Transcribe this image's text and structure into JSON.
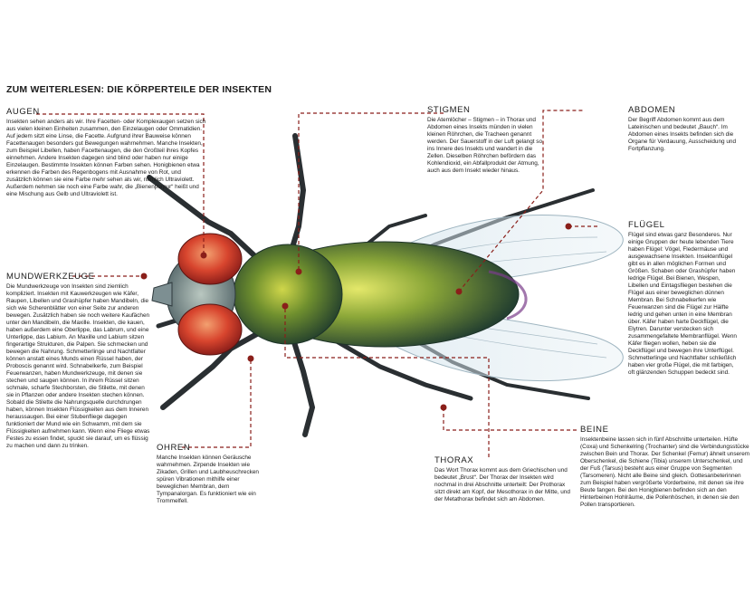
{
  "title": "ZUM WEITERLESEN: DIE KÖRPERTEILE DER INSEKTEN",
  "colors": {
    "accent": "#8a1f1a",
    "text": "#1b1b1b"
  },
  "sections": {
    "augen": {
      "heading": "AUGEN",
      "text": "Insekten sehen anders als wir. Ihre Facetten- oder Komplexaugen setzen sich aus vielen kleinen Einheiten zusammen, den Einzelaugen oder Ommatidien. Auf jedem sitzt eine Linse, die Facette. Aufgrund ihrer Bauweise können Facettenaugen besonders gut Bewegungen wahrnehmen. Manche Insekten, zum Beispiel Libellen, haben Facettenaugen, die den Großteil ihres Kopfes einnehmen. Andere Insekten dagegen sind blind oder haben nur einige Einzelaugen. Bestimmte Insekten können Farben sehen. Honigbienen etwa erkennen die Farben des Regenbogens mit Ausnahme von Rot, und zusätzlich können sie eine Farbe mehr sehen als wir, nämlich Ultraviolett. Außerdem nehmen sie noch eine Farbe wahr, die „Bienenpurpur“ heißt und eine Mischung aus Gelb und Ultraviolett ist."
    },
    "mundwerkzeuge": {
      "heading": "MUNDWERKZEUGE",
      "text": "Die Mundwerkzeuge von Insekten sind ziemlich kompliziert. Insekten mit Kauwerkzeugen wie Käfer, Raupen, Libellen und Grashüpfer haben Mandibeln, die sich wie Scherenblätter von einer Seite zur anderen bewegen. Zusätzlich haben sie noch weitere Kaufächen unter den Mandibeln, die Maxille. Insekten, die kauen, haben außerdem eine Oberlippe, das Labrum, und eine Unterlippe, das Labium. An Maxille und Labium sitzen fingerartige Strukturen, die Palpen. Sie schmecken und bewegen die Nahrung. Schmetterlinge und Nachtfalter können anstatt eines Munds einen Rüssel haben, der Proboscis genannt wird. Schnabelkerfe, zum Beispiel Feuerwanzen, haben Mundwerkzeuge, mit denen sie stechen und saugen können. In ihrem Rüssel sitzen schmale, scharfe Stechborsten, die Stilette, mit denen sie in Pflanzen oder andere Insekten stechen können. Sobald die Stilette die Nahrungsquelle durchdrungen haben, können Insekten Flüssigkeiten aus dem Inneren heraussaugen. Bei einer Stubenfliege dagegen funktioniert der Mund wie ein Schwamm, mit dem sie Flüssigkeiten aufnehmen kann. Wenn eine Fliege etwas Festes zu essen findet, spuckt sie darauf, um es flüssig zu machen und dann zu trinken."
    },
    "ohren": {
      "heading": "OHREN",
      "text": "Manche Insekten können Geräusche wahrnehmen. Zirpende Insekten wie Zikaden, Grillen und Laubheuschrecken spüren Vibrationen mithilfe einer beweglichen Membran, dem Tympanalorgan. Es funktioniert wie ein Trommelfell."
    },
    "thorax": {
      "heading": "THORAX",
      "text": "Das Wort Thorax kommt aus dem Griechischen und bedeutet „Brust“. Der Thorax der Insekten wird nochmal in drei Abschnitte unterteilt: Der Prothorax sitzt direkt am Kopf, der Mesothorax in der Mitte, und der Metathorax befindet sich am Abdomen."
    },
    "beine": {
      "heading": "BEINE",
      "text": "Insektenbeine lassen sich in fünf Abschnitte unterteilen. Hüfte (Coxa) und Schenkelring (Trochanter) sind die Verbindungsstücke zwischen Bein und Thorax. Der Schenkel (Femur) ähnelt unserem Oberschenkel, die Schiene (Tibia) unserem Unterschenkel, und der Fuß (Tarsus) besteht aus einer Gruppe von Segmenten (Tarsomeren). Nicht alle Beine sind gleich. Gottesanbeterinnen zum Beispiel haben vergrößerte Vorderbeine, mit denen sie ihre Beute fangen. Bei den Honigbienen befinden sich an den Hinterbeinen Hohlräume, die Pollenhöschen, in denen sie den Pollen transportieren."
    },
    "fluegel": {
      "heading": "FLÜGEL",
      "text": "Flügel sind etwas ganz Besonderes. Nur einige Gruppen der heute lebenden Tiere haben Flügel: Vögel, Fledermäuse und ausgewachsene Insekten. Insektenflügel gibt es in allen möglichen Formen und Größen. Schaben oder Grashüpfer haben ledrige Flügel. Bei Bienen, Wespen, Libellen und Eintagsfliegen bestehen die Flügel aus einer beweglichen dünnen Membran. Bei Schnabelkerfen wie Feuerwanzen sind die Flügel zur Hälfte ledrig und gehen unten in eine Membran über. Käfer haben harte Deckflügel, die Elytren. Darunter verstecken sich zusammengefaltete Membranflügel. Wenn Käfer fliegen wollen, heben sie die Deckflügel und bewegen ihre Unterflügel. Schmetterlinge und Nachtfalter schließlich haben vier große Flügel, die mit farbigen, oft glänzenden Schuppen bedeckt sind."
    },
    "abdomen": {
      "heading": "ABDOMEN",
      "text": "Der Begriff Abdomen kommt aus dem Lateinischen und bedeutet „Bauch“. Im Abdomen eines Insekts befinden sich die Organe für Verdauung, Ausscheidung und Fortpflanzung."
    },
    "stigmen": {
      "heading": "STIGMEN",
      "text": "Die Atemlöcher – Stigmen – in Thorax und Abdomen eines Insekts münden in vielen kleinen Röhrchen, die Tracheen genannt werden. Der Sauerstoff in der Luft gelangt so ins Innere des Insekts und wandert in die Zellen. Dieselben Röhrchen befördern das Kohlendioxid, ein Abfallprodukt der Atmung, auch aus dem Insekt wieder hinaus."
    }
  }
}
